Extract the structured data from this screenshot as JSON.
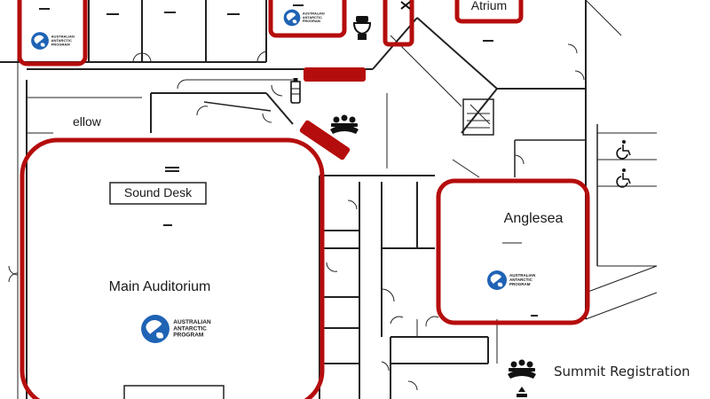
{
  "rooms": {
    "atrium": "Atrium",
    "yellow": "ellow",
    "sound_desk": "Sound Desk",
    "anglesea": "Anglesea",
    "main_auditorium": "Main Auditorium"
  },
  "logo": {
    "line1": "AUSTRALIAN",
    "line2": "ANTARCTIC",
    "line3": "PROGRAM"
  },
  "legend": {
    "summit_registration": "Summit Registration"
  },
  "colors": {
    "highlight": "#b50d0d",
    "logo_blue": "#1f63b5",
    "wall": "#222222"
  },
  "icons": [
    "meeting-table-icon",
    "toilet-icon",
    "water-bottle-icon",
    "stairs-icon",
    "wheelchair-icon",
    "australian-antarctic-program-logo"
  ]
}
